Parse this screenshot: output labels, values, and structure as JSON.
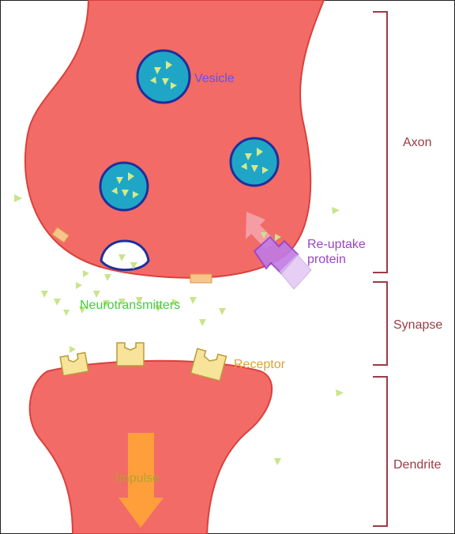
{
  "labels": {
    "vesicle": "Vesicle",
    "reuptake_line1": "Re-uptake",
    "reuptake_line2": "protein",
    "neurotransmitters": "Neurotransmitters",
    "receptor": "Receptor",
    "impulse": "Impulse"
  },
  "sections": {
    "axon": "Axon",
    "synapse": "Synapse",
    "dendrite": "Dendrite"
  },
  "colors": {
    "neuron_fill": "#f26b66",
    "neuron_stroke": "#d9413d",
    "vesicle_fill": "#1fa6c6",
    "vesicle_stroke": "#1f2f9c",
    "neurotransmitter": "#c8e58a",
    "receptor_fill": "#f7e39a",
    "receptor_stroke": "#b89c3a",
    "reuptake_fill": "#b86fe0",
    "impulse_arrow": "#ffa23a",
    "bracket": "#9b3b44",
    "vesicle_label": "#6a4fe0",
    "reuptake_label": "#9a44c9",
    "nt_label": "#3fcf3f",
    "receptor_label": "#d9a13a",
    "section_label": "#9b3b44"
  }
}
